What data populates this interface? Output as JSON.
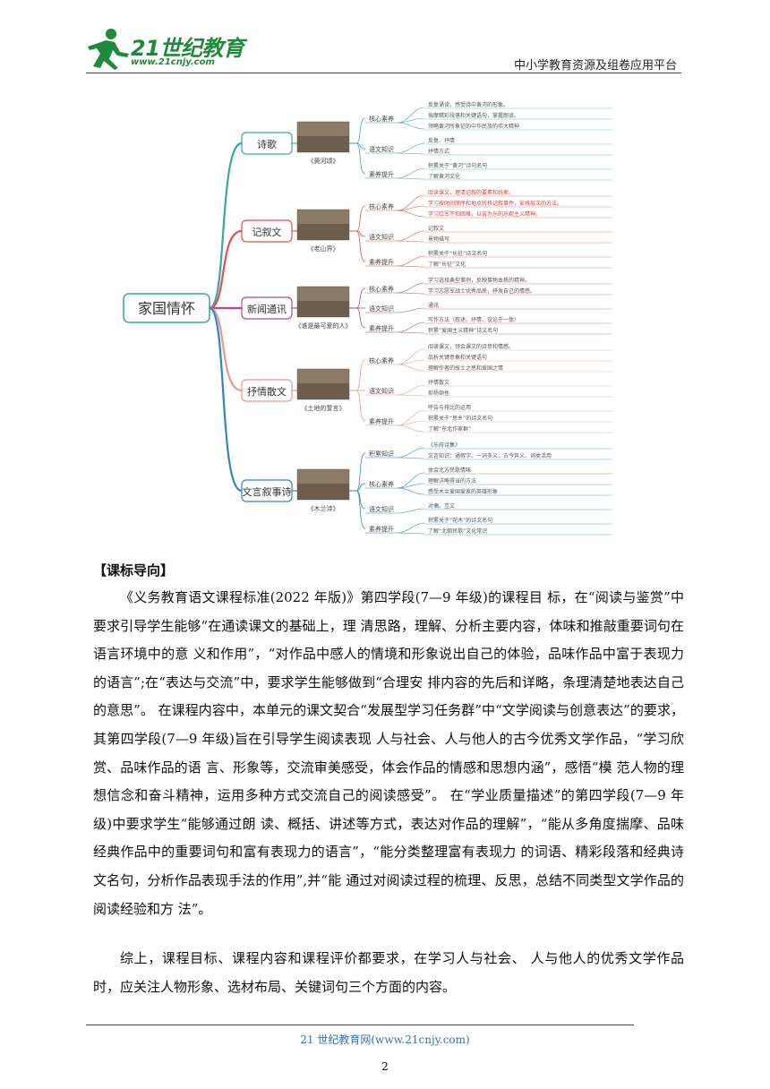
{
  "header": {
    "logo_text": "21世纪教育",
    "logo_url": "www.21cnjy.com",
    "platform": "中小学教育资源及组卷应用平台"
  },
  "mindmap": {
    "root": "家国情怀",
    "branches": [
      {
        "genre": "诗歌",
        "work": "《黄河颂》",
        "color": "#3aa6a6",
        "groups": [
          {
            "name": "核心素养",
            "items": [
              "反复诵读，感受诗中黄河的形象。",
              "揣摩精彩段落和关键语句，掌握朗读。",
              "领略黄河所象征的中华民族的伟大精神"
            ]
          },
          {
            "name": "语文知识",
            "items": [
              "反复、抒情",
              "抒情方式"
            ]
          },
          {
            "name": "素养提升",
            "items": [
              "积累关于“黄河”诗句名句",
              "了解黄河文化"
            ]
          }
        ]
      },
      {
        "genre": "记叙文",
        "work": "《老山界》",
        "color": "#e0524e",
        "groups": [
          {
            "name": "核心素养",
            "items": [
              "阅读课文，理清记叙的要素和线索。",
              "学习按时间顺序和地点转移记叙事件，安排层次的方法。",
              "学习红军不怕困难，以苦为乐的乐观主义精神。"
            ]
          },
          {
            "name": "语文知识",
            "items": [
              "记叙文",
              "景物描写"
            ]
          },
          {
            "name": "素养提升",
            "items": [
              "积累关于“长征”诗文名句",
              "了解“长征”文化"
            ]
          }
        ]
      },
      {
        "genre": "新闻通讯",
        "work": "《谁是最可爱的人》",
        "color": "#b04a8c",
        "groups": [
          {
            "name": "核心素养",
            "items": [
              "学习选择典型事例，反映事物本质的精神。",
              "学习志愿军战士优秀品质，抒发自己的情感。"
            ]
          },
          {
            "name": "语文知识",
            "items": [
              "通讯"
            ]
          },
          {
            "name": "素养提升",
            "items": [
              "写作方法（叙述、抒情、议论于一体）",
              "积累“爱国主义精神”诗文名句"
            ]
          }
        ]
      },
      {
        "genre": "抒情散文",
        "work": "《土地的誓言》",
        "color": "#e59a8c",
        "groups": [
          {
            "name": "核心素养",
            "items": [
              "阅读课文，领会课文的诗意和情感。",
              "品析关键意象和关键语句",
              "理解作者的故土之思和爱国之情"
            ]
          },
          {
            "name": "语文知识",
            "items": [
              "抒情散文",
              "抑扬顿挫"
            ]
          },
          {
            "name": "素养提升",
            "items": [
              "呼告与排比的运用",
              "积累关于“思乡”的诗文名句",
              "了解“东北作家群”"
            ]
          }
        ]
      },
      {
        "genre": "文言叙事诗",
        "work": "《木兰诗》",
        "color": "#2e86c1",
        "groups": [
          {
            "name": "积累知识",
            "items": [
              "《乐府诗集》",
              "文言知识：通假字、一词多义、古今异义、词类活用"
            ]
          },
          {
            "name": "核心素养",
            "items": [
              "体会北方民歌情味",
              "理解详略得当的方法",
              "感受木兰爱国爱家的英雄形象"
            ]
          },
          {
            "name": "语文知识",
            "items": [
              "对偶、互文"
            ]
          },
          {
            "name": "素养提升",
            "items": [
              "积累关于“花木”的诗文名句",
              "了解“北朝民歌”文化常识"
            ]
          }
        ]
      }
    ]
  },
  "section_title": "【课标导向】",
  "paragraphs": [
    "《义务教育语文课程标准(2022 年版)》第四学段(7—9 年级)的课程目 标，在“阅读与鉴赏”中要求引导学生能够“在通读课文的基础上，理 清思路，理解、分析主要内容，体味和推敲重要词句在语言环境中的意 义和作用”，“对作品中感人的情境和形象说出自己的体验，品味作品中富于表现力的语言”;在“表达与交流”中，要求学生能够做到“合理安 排内容的先后和详略，条理清楚地表达自己的意思”。 在课程内容中，本单元的课文契合“发展型学习任务群”中“文学阅读与创意表达”的要求，其第四学段(7—9 年级)旨在引导学生阅读表现 人与社会、人与他人的古今优秀文学作品，“学习欣赏、品味作品的语 言、形象等，交流审美感受，体会作品的情感和思想内涵”，感悟“模 范人物的理想信念和奋斗精神，运用多种方式交流自己的阅读感受”。 在“学业质量描述”的第四学段(7—9 年级)中要求学生“能够通过朗 读、概括、讲述等方式，表达对作品的理解”，“能从多角度揣摩、品味 经典作品中的重要词句和富有表现力的语言”，“能分类整理富有表现力 的词语、精彩段落和经典诗文名句，分析作品表现手法的作用”,并“能 通过对阅读过程的梳理、反思，总结不同类型文学作品的阅读经验和方 法”。",
    "综上，课程目标、课程内容和课程评价都要求，在学习人与社会、 人与他人的优秀文学作品时，应关注人物形象、选材布局、关键词句三个方面的内容。"
  ],
  "footer": {
    "site": "21 世纪教育网(www.21cnjy.com)",
    "page": "2"
  }
}
